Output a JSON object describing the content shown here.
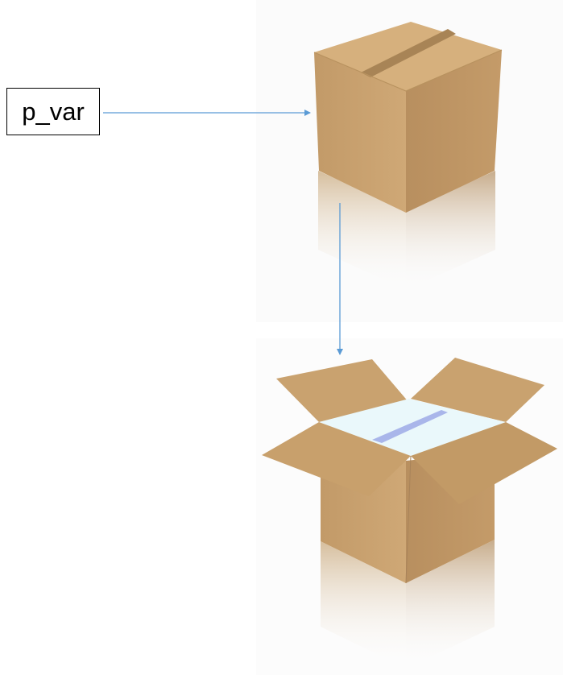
{
  "pointer": {
    "label": "p_var"
  },
  "objects": {
    "closed_box": "closed-cardboard-box",
    "open_box": "open-cardboard-box"
  },
  "colors": {
    "arrow": "#5b9bd5",
    "box_side_light": "#c79f6e",
    "box_side_dark": "#b08a5c",
    "box_top": "#d4ad7a",
    "box_flap": "#c9a26f",
    "contents": "#eaf8fb",
    "contents_stripe": "#a9b6ea",
    "label_border": "#000000"
  }
}
